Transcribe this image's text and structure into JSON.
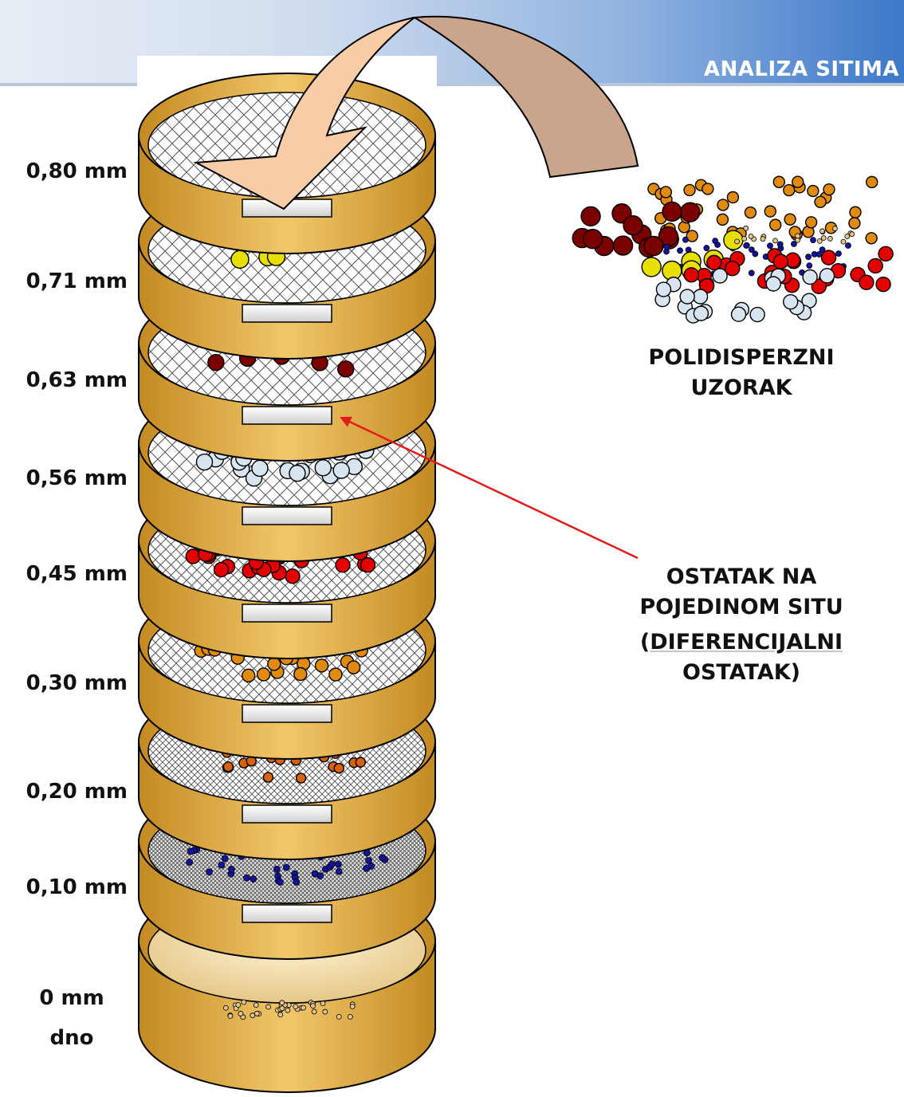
{
  "title": "ANALIZA SITIMA",
  "sieves": [
    {
      "label": "0,80 mm",
      "mesh": "coarse",
      "particle": ""
    },
    {
      "label": "0,71 mm",
      "mesh": "coarse",
      "particle": "yellow"
    },
    {
      "label": "0,63 mm",
      "mesh": "coarse",
      "particle": "darkred"
    },
    {
      "label": "0,56 mm",
      "mesh": "coarse",
      "particle": "silver"
    },
    {
      "label": "0,45 mm",
      "mesh": "medium",
      "particle": "red"
    },
    {
      "label": "0,30 mm",
      "mesh": "medium",
      "particle": "orange"
    },
    {
      "label": "0,20 mm",
      "mesh": "fine",
      "particle": "burnt-orange"
    },
    {
      "label": "0,10 mm",
      "mesh": "very-fine",
      "particle": "blue"
    }
  ],
  "bottom": {
    "label": "0 mm",
    "sub_label": "dno",
    "particle": "tan"
  },
  "sample_caption": {
    "line1": "POLIDISPERZNI",
    "line2": "UZORAK"
  },
  "residue_caption": {
    "line1": "OSTATAK NA",
    "line2": "POJEDINOM SITU",
    "line3_open": "(",
    "line3_word": "DIFERENCIJALNI",
    "line4": "OSTATAK)"
  },
  "colors": {
    "header_start": "#e9eef6",
    "header_end": "#3d78c9",
    "rim": "#d9a53c",
    "rim_dark": "#9a6a12",
    "arrow_fill": "#f8cca6",
    "arrow_back": "#caa58c",
    "pointer": "#e31b1b",
    "yellow": "#e8e000",
    "darkred": "#7a0000",
    "silver": "#d8e4f0",
    "red": "#e30000",
    "orange": "#e08a10",
    "burnt-orange": "#d9620f",
    "blue": "#12129a",
    "tan": "#e3c48e"
  }
}
